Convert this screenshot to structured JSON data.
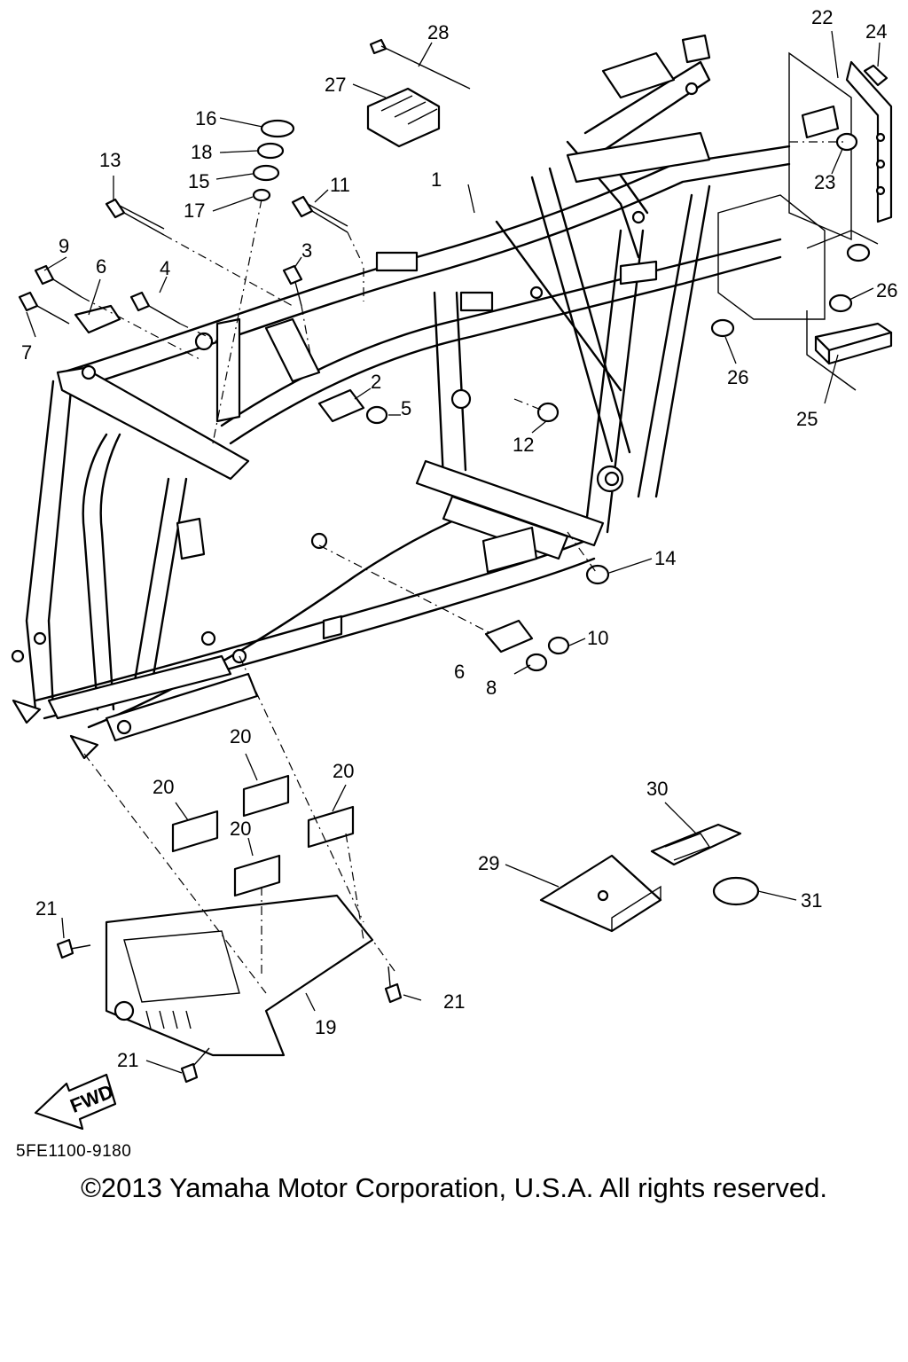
{
  "diagram": {
    "part_code": "5FE1100-9180",
    "copyright": "©2013 Yamaha Motor Corporation, U.S.A. All rights reserved.",
    "fwd_label": "FWD",
    "callouts": [
      "1",
      "2",
      "3",
      "4",
      "5",
      "6",
      "7",
      "8",
      "9",
      "10",
      "11",
      "12",
      "13",
      "14",
      "15",
      "16",
      "17",
      "18",
      "19",
      "20",
      "21",
      "22",
      "23",
      "24",
      "25",
      "26",
      "27",
      "28",
      "29",
      "30",
      "31"
    ]
  }
}
